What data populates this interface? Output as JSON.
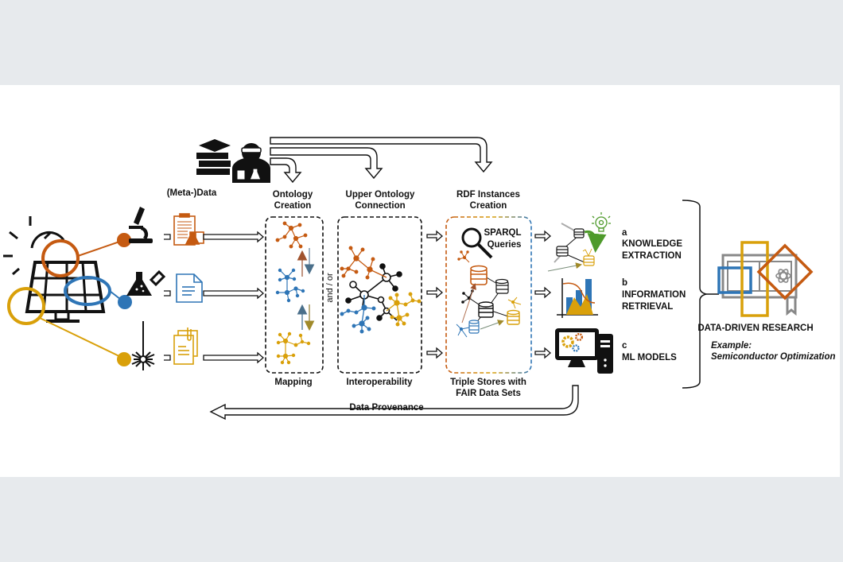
{
  "colors": {
    "orange": "#c55a11",
    "blue": "#2e75b6",
    "gold": "#d9a00a",
    "green": "#4e9a2b",
    "gray": "#8c8c8c",
    "black": "#111111",
    "page_bg": "#e7eaed",
    "panel_bg": "#ffffff"
  },
  "sources": {
    "label": "(Meta-)Data",
    "instruments": [
      {
        "icon": "microscope-icon",
        "color": "orange",
        "data_icon": "lab-report-icon"
      },
      {
        "icon": "chemistry-flask-icon",
        "color": "blue",
        "data_icon": "document-icon"
      },
      {
        "icon": "laser-icon",
        "color": "gold",
        "data_icon": "clipped-documents-icon"
      }
    ],
    "origin_icon": "solar-panel-icon"
  },
  "expert": {
    "icon": "scientist-with-books-icon"
  },
  "stages": {
    "ontology": {
      "title_line1": "Ontology",
      "title_line2": "Creation",
      "footer": "Mapping",
      "separator": "and / or"
    },
    "upper": {
      "title_line1": "Upper Ontology",
      "title_line2": "Connection",
      "footer": "Interoperability"
    },
    "rdf": {
      "title_line1": "RDF Instances",
      "title_line2": "Creation",
      "query_line1": "SPARQL",
      "query_line2": "Queries",
      "footer_line1": "Triple Stores with",
      "footer_line2": "FAIR Data Sets"
    }
  },
  "outcomes": [
    {
      "letter": "a",
      "line1": "KNOWLEDGE",
      "line2": "EXTRACTION",
      "icon": "knowledge-graph-lightbulb-icon"
    },
    {
      "letter": "b",
      "line1": "INFORMATION",
      "line2": "RETRIEVAL",
      "icon": "chart-icon"
    },
    {
      "letter": "c",
      "line1": "ML MODELS",
      "line2": "",
      "icon": "computer-gears-icon"
    }
  ],
  "result": {
    "title": "DATA-DRIVEN RESEARCH",
    "example_line1": "Example:",
    "example_line2": "Semiconductor Optimization",
    "icon": "research-book-atom-icon"
  },
  "provenance": {
    "label": "Data Provenance"
  }
}
